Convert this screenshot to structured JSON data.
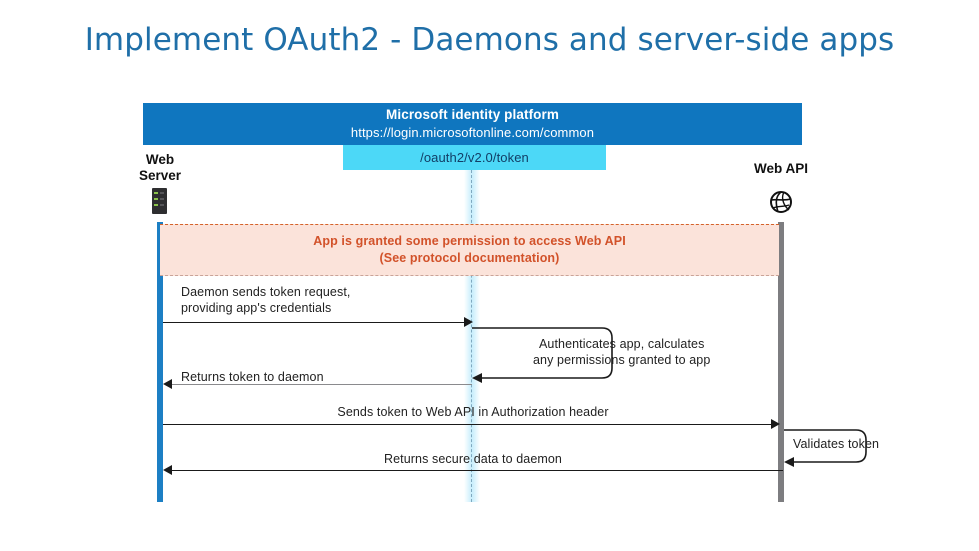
{
  "slide": {
    "title": "Implement OAuth2 - Daemons and server-side apps"
  },
  "diagram": {
    "type": "sequence-diagram",
    "provider": {
      "name": "Microsoft identity platform",
      "url": "https://login.microsoftonline.com/common",
      "endpoint": "/oauth2/v2.0/token",
      "bar_color": "#0F76BF",
      "endpoint_color": "#4CD8F7"
    },
    "actors": [
      {
        "id": "web-server",
        "label_line1": "Web",
        "label_line2": "Server",
        "icon": "server-rack-icon",
        "lifeline_color": "#1C7FC4"
      },
      {
        "id": "web-api",
        "label_line1": "Web API",
        "label_line2": "",
        "icon": "globe-icon",
        "lifeline_color": "#7D7D80"
      }
    ],
    "note": {
      "line1": "App is granted some permission to access Web API",
      "line2": "(See protocol documentation)",
      "background": "#FBE3DA",
      "text_color": "#D2522A"
    },
    "messages": [
      {
        "id": "msg-token-request",
        "label_line1": "Daemon sends token request,",
        "label_line2": "providing app's credentials",
        "from": "web-server",
        "to": "identity-platform",
        "direction": "right"
      },
      {
        "id": "msg-authenticates",
        "label_line1": "Authenticates app, calculates",
        "label_line2": "any permissions granted to app",
        "from": "identity-platform",
        "to": "identity-platform",
        "direction": "self"
      },
      {
        "id": "msg-returns-token",
        "label_line1": "Returns token to daemon",
        "label_line2": "",
        "from": "identity-platform",
        "to": "web-server",
        "direction": "left"
      },
      {
        "id": "msg-sends-token",
        "label_line1": "Sends token to Web API in Authorization header",
        "label_line2": "",
        "from": "web-server",
        "to": "web-api",
        "direction": "right"
      },
      {
        "id": "msg-validates-token",
        "label_line1": "Validates token",
        "label_line2": "",
        "from": "web-api",
        "to": "web-api",
        "direction": "self"
      },
      {
        "id": "msg-returns-data",
        "label_line1": "Returns secure data to daemon",
        "label_line2": "",
        "from": "web-api",
        "to": "web-server",
        "direction": "left"
      }
    ]
  }
}
